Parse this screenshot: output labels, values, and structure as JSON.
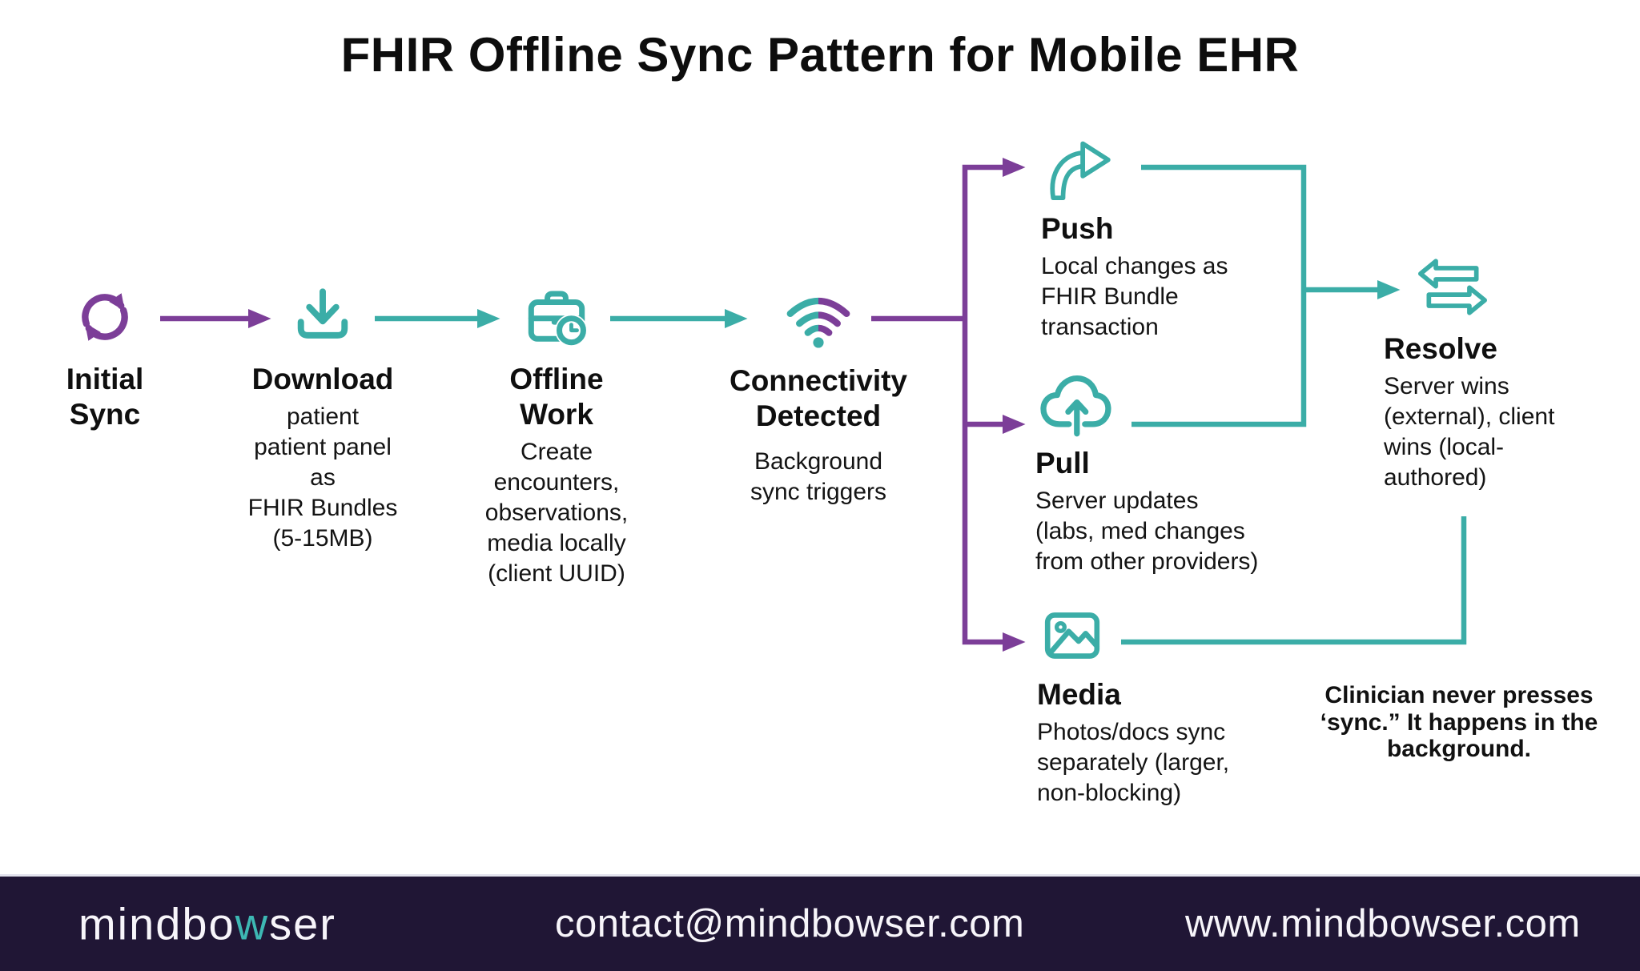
{
  "title": "FHIR Offline Sync Pattern for Mobile EHR",
  "colors": {
    "teal": "#3BADA7",
    "purple": "#7C3E98",
    "footer_bg": "#201635",
    "logo_accent": "#3DB8B4",
    "text": "#151515"
  },
  "nodes": {
    "initial_sync": {
      "title": "Initial\nSync",
      "subtitle": ""
    },
    "download": {
      "title": "Download",
      "subtitle": "patient\npatient panel\nas\nFHIR Bundles\n(5-15MB)"
    },
    "offline_work": {
      "title": "Offline\nWork",
      "subtitle": "Create\nencounters,\nobservations,\nmedia locally\n(client UUID)"
    },
    "connectivity": {
      "title": "Connectivity\nDetected",
      "subtitle": "Background\nsync triggers"
    },
    "push": {
      "title": "Push",
      "subtitle": "Local changes as\nFHIR Bundle\ntransaction"
    },
    "pull": {
      "title": "Pull",
      "subtitle": "Server updates\n(labs, med changes\nfrom other providers)"
    },
    "media": {
      "title": "Media",
      "subtitle": "Photos/docs sync\nseparately (larger,\nnon-blocking)"
    },
    "resolve": {
      "title": "Resolve",
      "subtitle": "Server wins\n(external), client\nwins (local-\nauthored)"
    }
  },
  "note": "Clinician never presses\n‘sync.” It happens in the\nbackground.",
  "footer": {
    "logo_prefix": "mindbo",
    "logo_accent": "w",
    "logo_suffix": "ser",
    "email": "contact@mindbowser.com",
    "website": "www.mindbowser.com"
  }
}
